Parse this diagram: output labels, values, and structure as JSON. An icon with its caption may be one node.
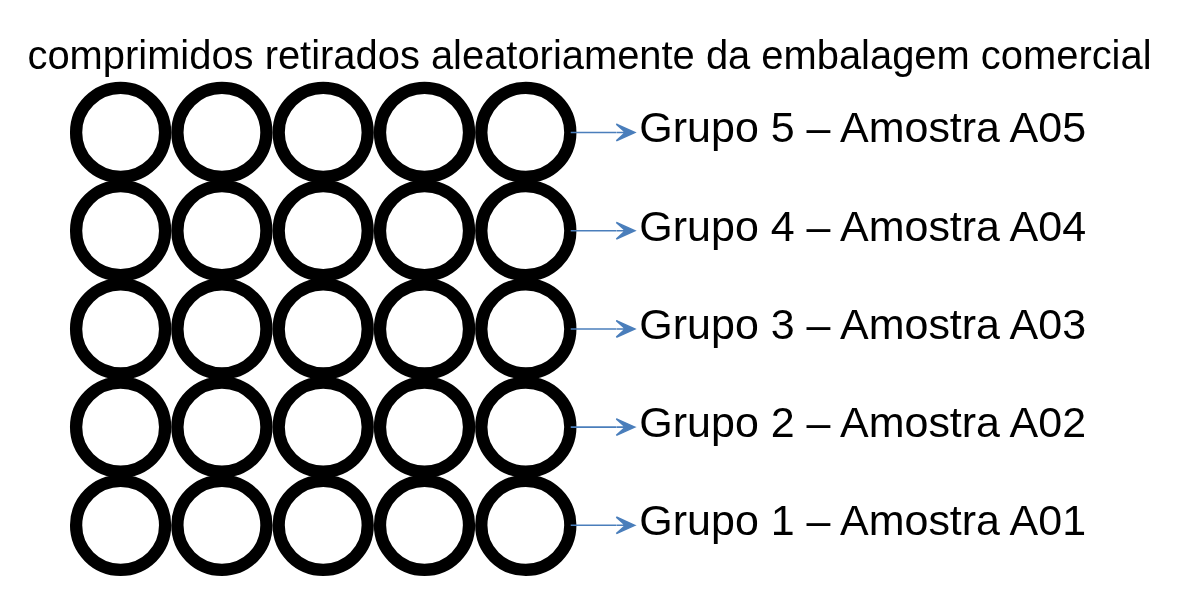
{
  "diagram": {
    "title": "comprimidos retirados aleatoriamente da embalagem comercial",
    "nodes": [
      {
        "text": [],
        "shape": "circle"
      },
      {
        "text": [],
        "shape": "circle"
      },
      {
        "text": [],
        "shape": "circle"
      },
      {
        "text": [],
        "shape": "circle"
      },
      {
        "text": [],
        "shape": "circle"
      },
      {
        "text": [
          "Grupo 1 – Amostra A01"
        ]
      },
      {
        "text": [],
        "shape": "circle"
      },
      {
        "text": [],
        "shape": "circle"
      },
      {
        "text": [],
        "shape": "circle"
      },
      {
        "text": [],
        "shape": "circle"
      },
      {
        "text": [],
        "shape": "circle"
      },
      {
        "text": [
          "Grupo 2 – Amostra A02"
        ]
      },
      {
        "text": [],
        "shape": "circle"
      },
      {
        "text": [],
        "shape": "circle"
      },
      {
        "text": [],
        "shape": "circle"
      },
      {
        "text": [],
        "shape": "circle"
      },
      {
        "text": [],
        "shape": "circle"
      },
      {
        "text": [
          "Grupo 3 – Amostra A03"
        ]
      },
      {
        "text": [],
        "shape": "circle"
      },
      {
        "text": [],
        "shape": "circle"
      },
      {
        "text": [],
        "shape": "circle"
      },
      {
        "text": [],
        "shape": "circle"
      },
      {
        "text": [],
        "shape": "circle"
      },
      {
        "text": [
          "Grupo 4 – Amostra A04"
        ]
      },
      {
        "text": [],
        "shape": "circle"
      },
      {
        "text": [],
        "shape": "circle"
      },
      {
        "text": [],
        "shape": "circle"
      },
      {
        "text": [],
        "shape": "circle"
      },
      {
        "text": [],
        "shape": "circle"
      },
      {
        "text": [
          "Grupo 5 – Amostra A05"
        ]
      }
    ],
    "edges": [
      {
        "from": 4,
        "to": 5,
        "arrow": "to"
      },
      {
        "from": 10,
        "to": 11,
        "arrow": "to"
      },
      {
        "from": 16,
        "to": 17,
        "arrow": "to"
      },
      {
        "from": 22,
        "to": 23,
        "arrow": "to"
      },
      {
        "from": 28,
        "to": 29,
        "arrow": "to"
      }
    ]
  }
}
